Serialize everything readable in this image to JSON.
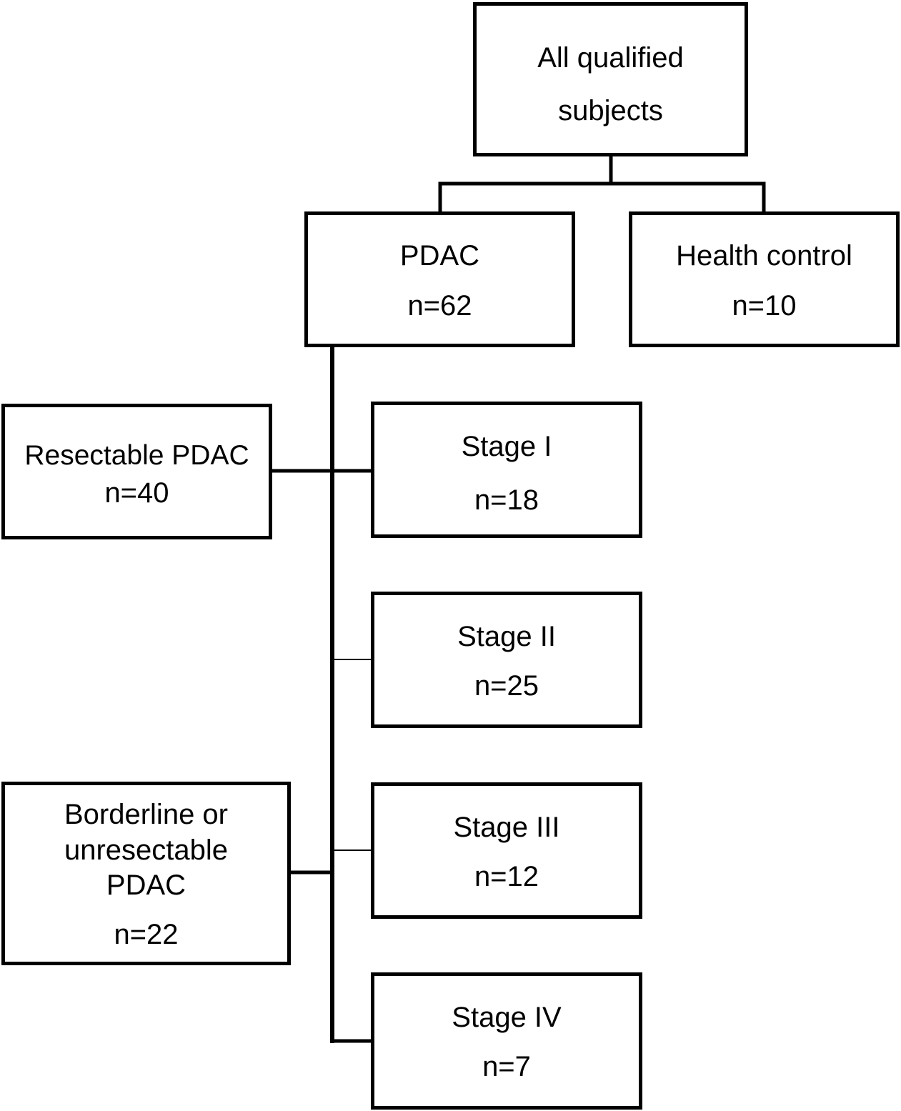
{
  "diagram": {
    "root": {
      "line1": "All qualified",
      "line2": "subjects"
    },
    "pdac": {
      "label": "PDAC",
      "count": "n=62"
    },
    "health_control": {
      "label": "Health control",
      "count": "n=10"
    },
    "resectable": {
      "label": "Resectable PDAC",
      "count": "n=40"
    },
    "borderline": {
      "line1": "Borderline or",
      "line2": "unresectable",
      "line3": "PDAC",
      "count": "n=22"
    },
    "stages": [
      {
        "label": "Stage I",
        "count": "n=18"
      },
      {
        "label": "Stage II",
        "count": "n=25"
      },
      {
        "label": "Stage III",
        "count": "n=12"
      },
      {
        "label": "Stage IV",
        "count": "n=7"
      }
    ]
  }
}
